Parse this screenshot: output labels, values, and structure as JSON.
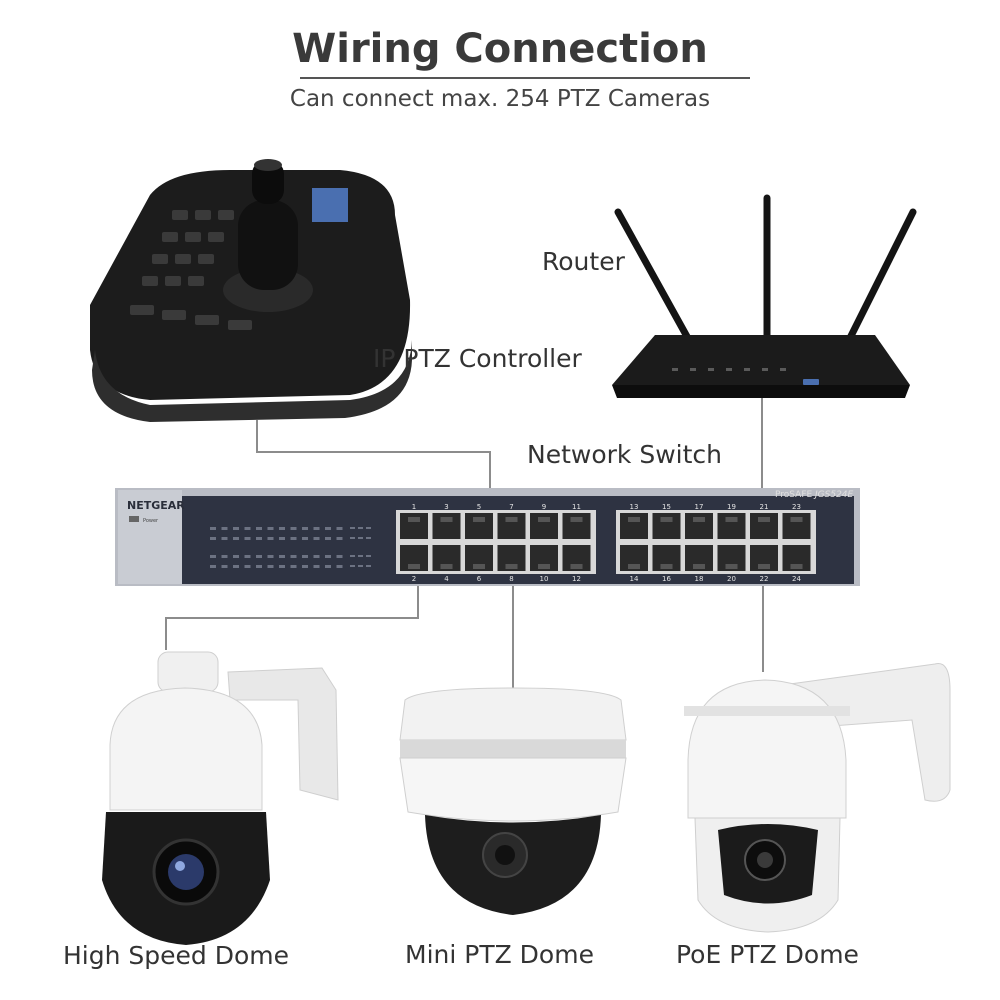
{
  "header": {
    "title": "Wiring Connection",
    "subtitle": "Can connect max. 254 PTZ Cameras"
  },
  "devices": {
    "controller": "IP PTZ Controller",
    "router": "Router",
    "switch": "Network Switch",
    "camera_left": "High Speed Dome",
    "camera_mid": "Mini PTZ Dome",
    "camera_right": "PoE PTZ Dome"
  },
  "switch_panel": {
    "brand": "NETGEAR",
    "model_series": "ProSAFE",
    "model": "JGS524E",
    "power_label": "Power",
    "top_port_numbers": [
      "1",
      "3",
      "5",
      "7",
      "9",
      "11",
      "13",
      "15",
      "17",
      "19",
      "21",
      "23"
    ],
    "bottom_port_numbers": [
      "2",
      "4",
      "6",
      "8",
      "10",
      "12",
      "14",
      "16",
      "18",
      "20",
      "22",
      "24"
    ]
  },
  "colors": {
    "wire": "#8c8c8c",
    "device_black": "#1c1c1c",
    "switch_body": "#2e3342",
    "camera_white": "#f2f2f2"
  }
}
